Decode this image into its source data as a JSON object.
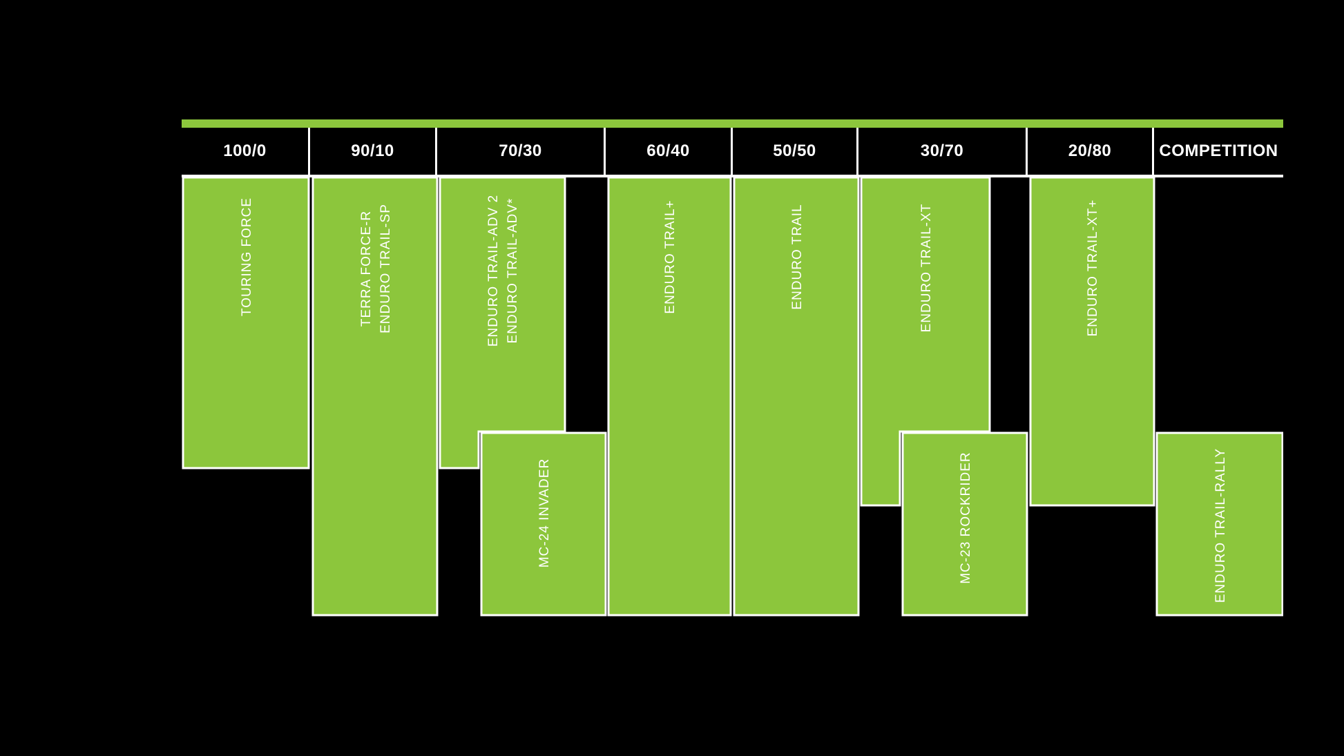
{
  "colors": {
    "background": "#000000",
    "block_green": "#8CC63C",
    "divider_white": "#FFFFFF",
    "header_text": "#FFFFFF",
    "label_text": "#FFFFFF"
  },
  "chart_data": {
    "type": "table",
    "title": "",
    "columns": [
      "100/0",
      "90/10",
      "70/30",
      "60/40",
      "50/50",
      "30/70",
      "20/80",
      "COMPETITION"
    ],
    "legend_position": "none",
    "grid": "off",
    "products": [
      {
        "lines": [
          "TOURING FORCE"
        ],
        "columns_spanned": [
          "100/0"
        ],
        "row": "upper"
      },
      {
        "lines": [
          "TERRA FORCE-R",
          "ENDURO TRAIL-SP"
        ],
        "columns_spanned": [
          "90/10"
        ],
        "row": "full"
      },
      {
        "lines": [
          "ENDURO TRAIL-ADV 2",
          "ENDURO TRAIL-ADV*"
        ],
        "columns_spanned": [
          "70/30"
        ],
        "row": "upper"
      },
      {
        "lines": [
          "MC-24 INVADER"
        ],
        "columns_spanned": [
          "70/30",
          "60/40"
        ],
        "row": "lower"
      },
      {
        "lines": [
          "ENDURO TRAIL+"
        ],
        "columns_spanned": [
          "60/40"
        ],
        "row": "full"
      },
      {
        "lines": [
          "ENDURO TRAIL"
        ],
        "columns_spanned": [
          "50/50"
        ],
        "row": "full"
      },
      {
        "lines": [
          "ENDURO TRAIL-XT"
        ],
        "columns_spanned": [
          "30/70"
        ],
        "row": "upper"
      },
      {
        "lines": [
          "MC-23 ROCKRIDER"
        ],
        "columns_spanned": [
          "30/70",
          "20/80"
        ],
        "row": "lower"
      },
      {
        "lines": [
          "ENDURO TRAIL-XT+"
        ],
        "columns_spanned": [
          "20/80"
        ],
        "row": "upper"
      },
      {
        "lines": [
          "ENDURO TRAIL-RALLY"
        ],
        "columns_spanned": [
          "COMPETITION"
        ],
        "row": "lower"
      }
    ]
  }
}
